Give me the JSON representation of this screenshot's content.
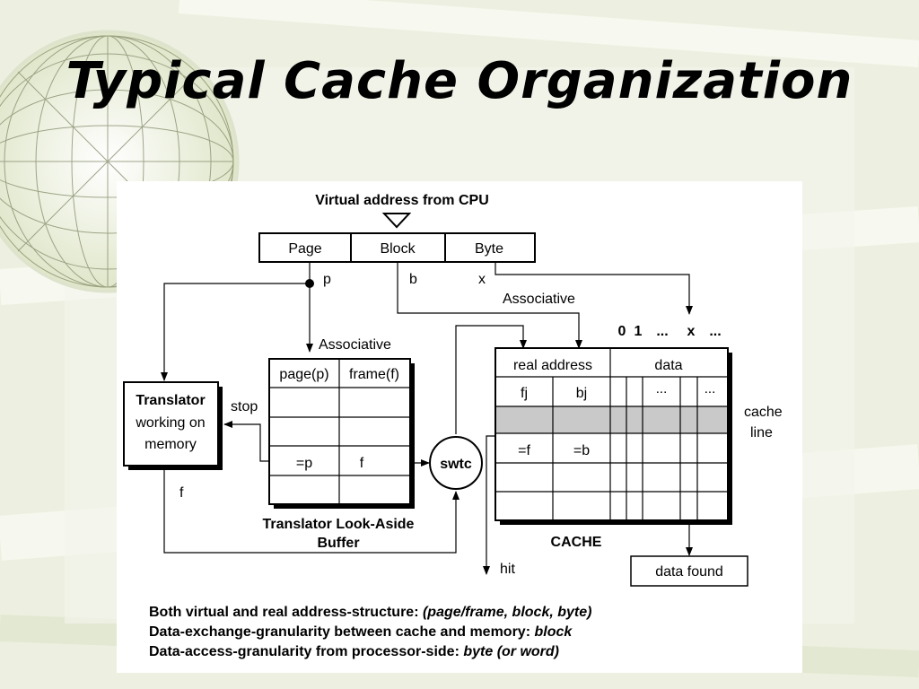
{
  "title": "Typical Cache Organization",
  "diagram": {
    "header": "Virtual address from CPU",
    "address_fields": [
      "Page",
      "Block",
      "Byte"
    ],
    "field_labels": {
      "p": "p",
      "b": "b",
      "x": "x"
    },
    "associative_label": "Associative",
    "tlb": {
      "columns": [
        "page(p)",
        "frame(f)"
      ],
      "match_page": "=p",
      "match_frame": "f",
      "caption_line1": "Translator Look-Aside",
      "caption_line2": "Buffer"
    },
    "translator": {
      "line1": "Translator",
      "line2": "working on",
      "line3": "memory"
    },
    "stop_label": "stop",
    "f_label": "f",
    "switch_label": "swtc",
    "cache": {
      "byte_index_header": [
        "0",
        "1",
        "...",
        "x",
        "..."
      ],
      "columns": [
        "real address",
        "data"
      ],
      "row1": [
        "fj",
        "bj"
      ],
      "dots": [
        "...",
        "..."
      ],
      "match_row": [
        "=f",
        "=b"
      ],
      "caption": "CACHE",
      "cache_line_label1": "cache",
      "cache_line_label2": "line"
    },
    "hit_label": "hit",
    "data_found": "data found"
  },
  "footer": {
    "line1_prefix": "Both virtual and real address-structure: ",
    "line1_em": "(page/frame, block, byte)",
    "line2_prefix": "Data-exchange-granularity between cache and memory: ",
    "line2_em": "block",
    "line3_prefix": "Data-access-granularity from processor-side: ",
    "line3_em": "byte (or word)"
  }
}
